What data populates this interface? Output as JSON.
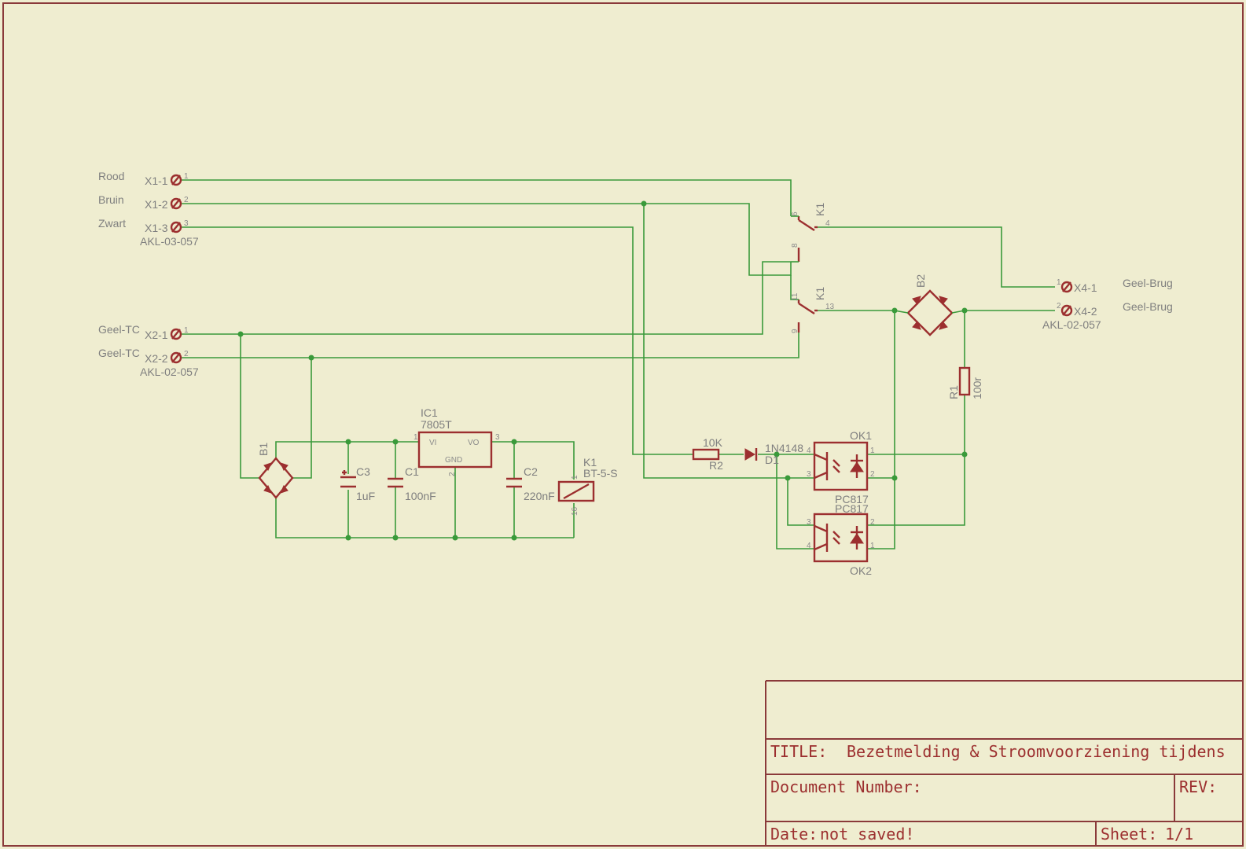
{
  "colors": {
    "background": "#efedd0",
    "wire": "#3a9a3a",
    "symbol": "#9c2f2f",
    "text": "#7f7f7f",
    "frame": "#8a3a3a"
  },
  "connectors": {
    "x1": {
      "wires": [
        "Rood",
        "Bruin",
        "Zwart"
      ],
      "pins": [
        "X1-1",
        "X1-2",
        "X1-3"
      ],
      "pin_numbers": [
        "1",
        "2",
        "3"
      ],
      "type": "AKL-03-057"
    },
    "x2": {
      "wires": [
        "Geel-TC",
        "Geel-TC"
      ],
      "pins": [
        "X2-1",
        "X2-2"
      ],
      "pin_numbers": [
        "1",
        "2"
      ],
      "type": "AKL-02-057"
    },
    "x4": {
      "wires": [
        "Geel-Brug",
        "Geel-Brug"
      ],
      "pins": [
        "X4-1",
        "X4-2"
      ],
      "pin_numbers": [
        "1",
        "2"
      ],
      "type": "AKL-02-057"
    }
  },
  "relay_contacts": {
    "k1a": {
      "name": "K1",
      "pins": [
        "6",
        "8",
        "4"
      ]
    },
    "k1b": {
      "name": "K1",
      "pins": [
        "11",
        "9",
        "13"
      ]
    }
  },
  "components": {
    "b1": {
      "name": "B1"
    },
    "b2": {
      "name": "B2"
    },
    "c3": {
      "name": "C3",
      "value": "1uF"
    },
    "c1": {
      "name": "C1",
      "value": "100nF"
    },
    "c2": {
      "name": "C2",
      "value": "220nF"
    },
    "ic1": {
      "name": "IC1",
      "value": "7805T",
      "pin_vi": "VI",
      "pin_vo": "VO",
      "pin_gnd": "GND",
      "pin1": "1",
      "pin2": "2",
      "pin3": "3"
    },
    "k1_coil": {
      "name": "K1",
      "value": "BT-5-S",
      "pin1": "1",
      "pin16": "16"
    },
    "r2": {
      "name": "R2",
      "value": "10K"
    },
    "d1": {
      "name": "D1",
      "value": "1N4148"
    },
    "r1": {
      "name": "R1",
      "value": "100r"
    },
    "ok1": {
      "name": "OK1",
      "value": "PC817",
      "pins": [
        "4",
        "3",
        "1",
        "2"
      ]
    },
    "ok2": {
      "name": "OK2",
      "value": "PC817",
      "pins": [
        "3",
        "4",
        "2",
        "1"
      ]
    }
  },
  "title_block": {
    "title_label": "TITLE:",
    "title": "Bezetmelding & Stroomvoorziening tijdens",
    "doc_label": "Document Number:",
    "rev_label": "REV:",
    "date_label": "Date:",
    "date_value": "not saved!",
    "sheet_label": "Sheet:",
    "sheet_value": "1/1"
  }
}
